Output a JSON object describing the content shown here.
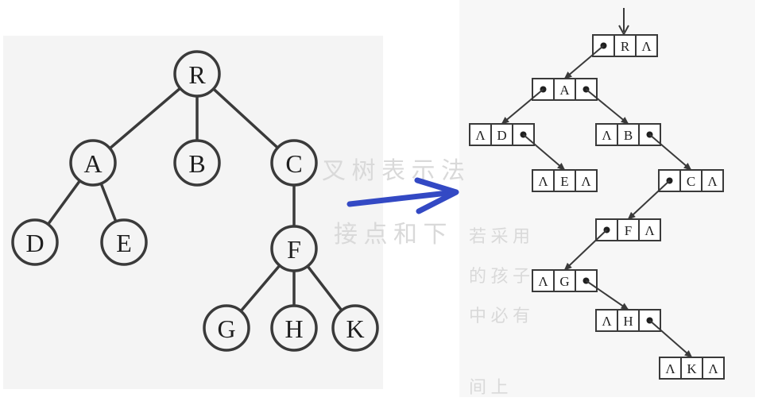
{
  "tree": {
    "nodes": [
      {
        "id": "R",
        "label": "R"
      },
      {
        "id": "A",
        "label": "A"
      },
      {
        "id": "B",
        "label": "B"
      },
      {
        "id": "C",
        "label": "C"
      },
      {
        "id": "D",
        "label": "D"
      },
      {
        "id": "E",
        "label": "E"
      },
      {
        "id": "F",
        "label": "F"
      },
      {
        "id": "G",
        "label": "G"
      },
      {
        "id": "H",
        "label": "H"
      },
      {
        "id": "K",
        "label": "K"
      }
    ],
    "edges": [
      [
        "R",
        "A"
      ],
      [
        "R",
        "B"
      ],
      [
        "R",
        "C"
      ],
      [
        "A",
        "D"
      ],
      [
        "A",
        "E"
      ],
      [
        "C",
        "F"
      ],
      [
        "F",
        "G"
      ],
      [
        "F",
        "H"
      ],
      [
        "F",
        "K"
      ]
    ]
  },
  "binary_tree": {
    "null_symbol": "Λ",
    "nodes": [
      {
        "id": "R",
        "label": "R",
        "left": "A",
        "right": null
      },
      {
        "id": "A",
        "label": "A",
        "left": "D",
        "right": "B"
      },
      {
        "id": "D",
        "label": "D",
        "left": null,
        "right": "E"
      },
      {
        "id": "E",
        "label": "E",
        "left": null,
        "right": null
      },
      {
        "id": "B",
        "label": "B",
        "left": null,
        "right": "C"
      },
      {
        "id": "C",
        "label": "C",
        "left": "F",
        "right": null
      },
      {
        "id": "F",
        "label": "F",
        "left": "G",
        "right": null
      },
      {
        "id": "G",
        "label": "G",
        "left": null,
        "right": "H"
      },
      {
        "id": "H",
        "label": "H",
        "left": null,
        "right": "K"
      },
      {
        "id": "K",
        "label": "K",
        "left": null,
        "right": null
      }
    ]
  },
  "colors": {
    "line": "#3a3a3a",
    "arrow": "#3349c4",
    "ghost": "#d9d9d9"
  }
}
